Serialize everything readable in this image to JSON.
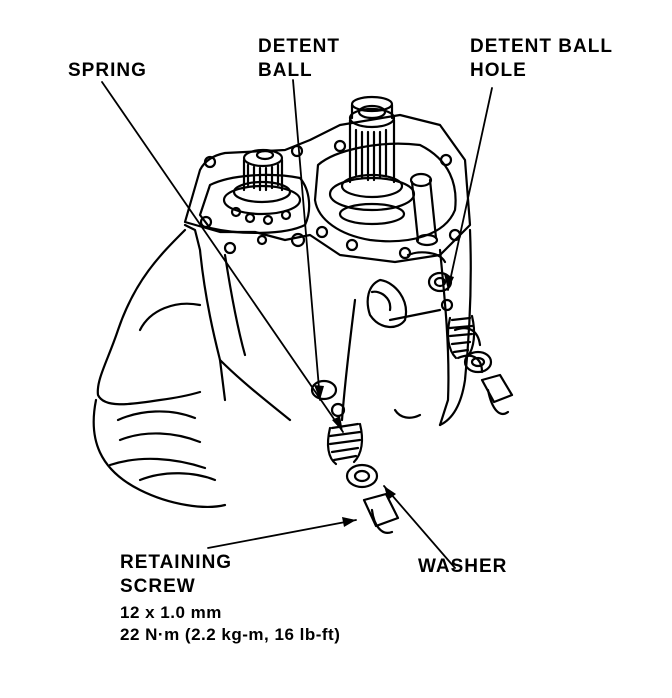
{
  "labels": {
    "spring": "SPRING",
    "detent_ball_line1": "DETENT",
    "detent_ball_line2": "BALL",
    "detent_ball_hole_line1": "DETENT BALL",
    "detent_ball_hole_line2": "HOLE",
    "washer": "WASHER",
    "retaining_screw_line1": "RETAINING",
    "retaining_screw_line2": "SCREW",
    "retaining_screw_size": "12 x 1.0 mm",
    "retaining_screw_torque": "22 N·m (2.2 kg-m, 16 lb-ft)"
  }
}
